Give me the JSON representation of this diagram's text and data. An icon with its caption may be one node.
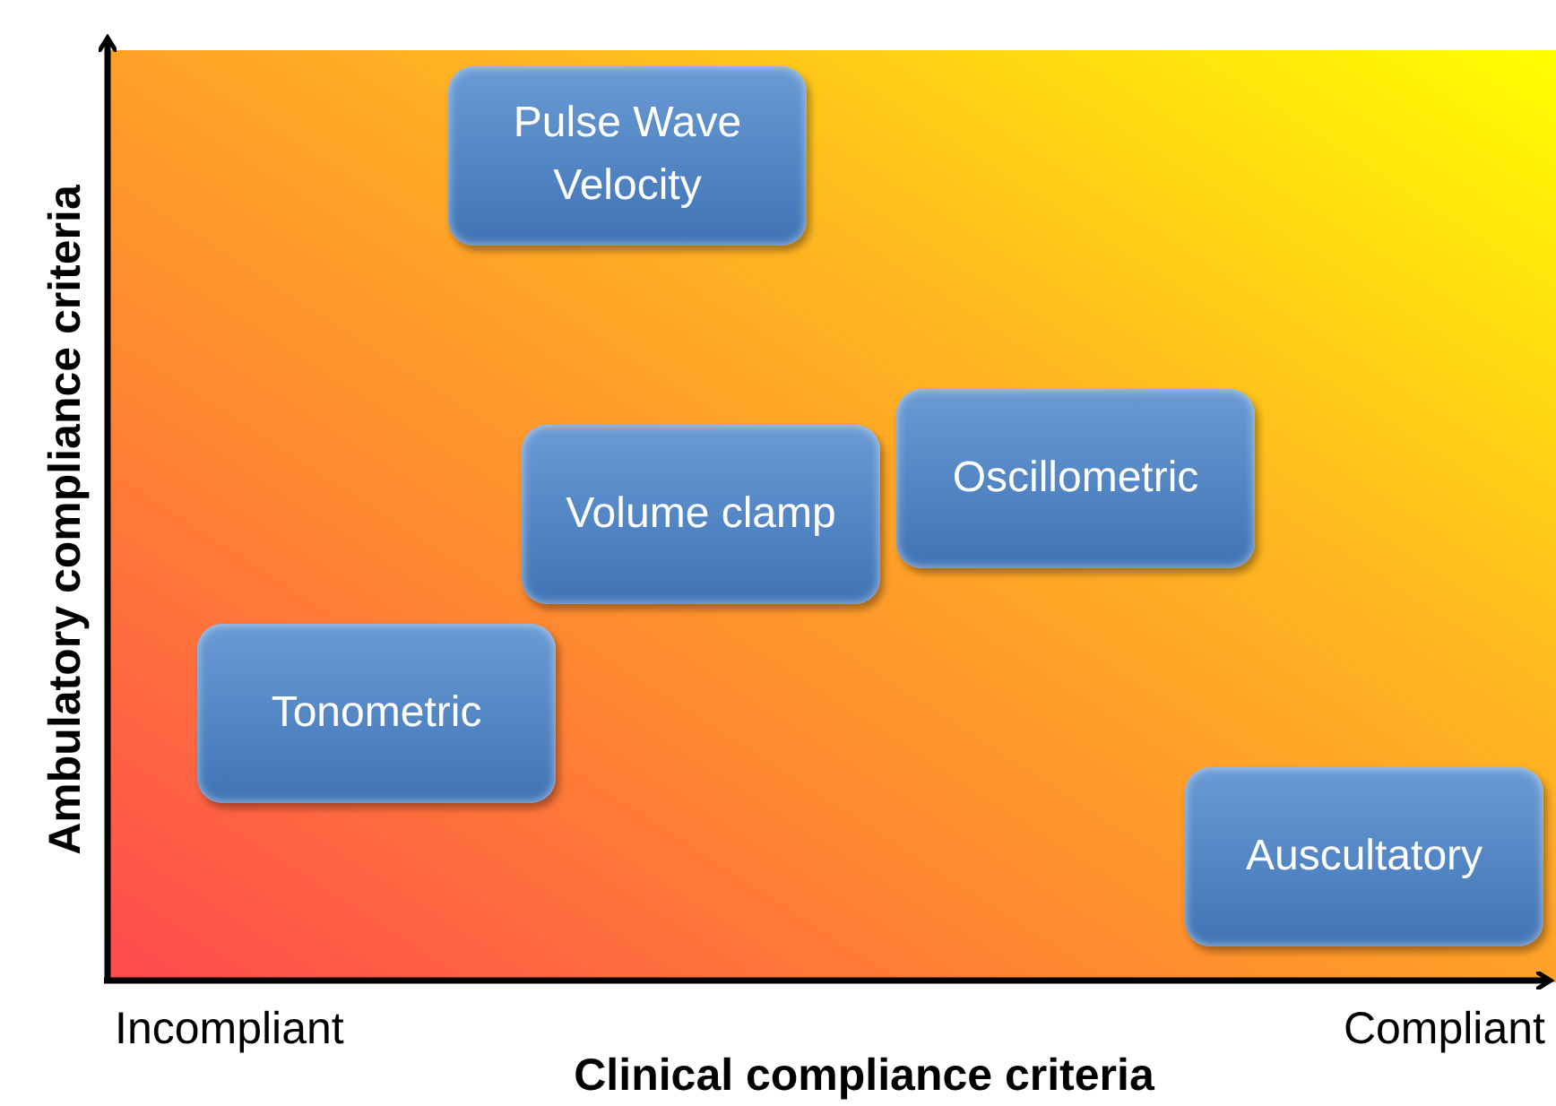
{
  "diagram": {
    "nodes": [
      {
        "text": [
          "Pulse Wave Velocity"
        ]
      },
      {
        "text": [
          "Oscillometric"
        ]
      },
      {
        "text": [
          "Volume clamp"
        ]
      },
      {
        "text": [
          "Tonometric"
        ]
      },
      {
        "text": [
          "Auscultatory"
        ]
      }
    ],
    "edges": [],
    "labels": [
      "Ambulatory compliance criteria",
      "Incompliant",
      "Compliant",
      "Clinical compliance criteria"
    ]
  }
}
